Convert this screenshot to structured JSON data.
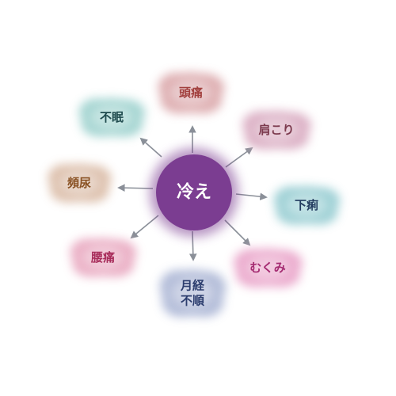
{
  "center": {
    "label": "冷え",
    "color": "#7b3d91",
    "text_color": "#ffffff"
  },
  "arrow_color": "#8a8f98",
  "symptoms": [
    {
      "id": "headache",
      "lines": [
        "頭痛"
      ],
      "text_color": "#a2403e",
      "cloud_color": "#d9a3a6"
    },
    {
      "id": "stiff-shoulders",
      "lines": [
        "肩こり"
      ],
      "text_color": "#7c3a4e",
      "cloud_color": "#d7a6bd"
    },
    {
      "id": "diarrhea",
      "lines": [
        "下痢"
      ],
      "text_color": "#233c60",
      "cloud_color": "#8fc9cf"
    },
    {
      "id": "swelling",
      "lines": [
        "むくみ"
      ],
      "text_color": "#a52c72",
      "cloud_color": "#e89fc6"
    },
    {
      "id": "irregular-period",
      "lines": [
        "月経",
        "不順"
      ],
      "text_color": "#2c3d6e",
      "cloud_color": "#a7b2d3"
    },
    {
      "id": "back-pain",
      "lines": [
        "腰痛"
      ],
      "text_color": "#a82d5b",
      "cloud_color": "#e7a3bc"
    },
    {
      "id": "frequent-urination",
      "lines": [
        "頻尿"
      ],
      "text_color": "#8a5224",
      "cloud_color": "#d8b7a1"
    },
    {
      "id": "insomnia",
      "lines": [
        "不眠"
      ],
      "text_color": "#1f4b4e",
      "cloud_color": "#97cfcb"
    }
  ]
}
